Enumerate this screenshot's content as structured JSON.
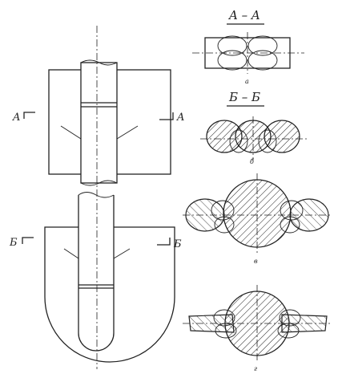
{
  "labels": {
    "section_aa": "A – A",
    "section_bb": "Б – Б",
    "cut_a_left": "A",
    "cut_a_right": "A",
    "cut_b_left": "Б",
    "cut_b_right": "Б",
    "view_a": "а",
    "view_b": "б",
    "view_v": "в",
    "view_g": "г"
  }
}
